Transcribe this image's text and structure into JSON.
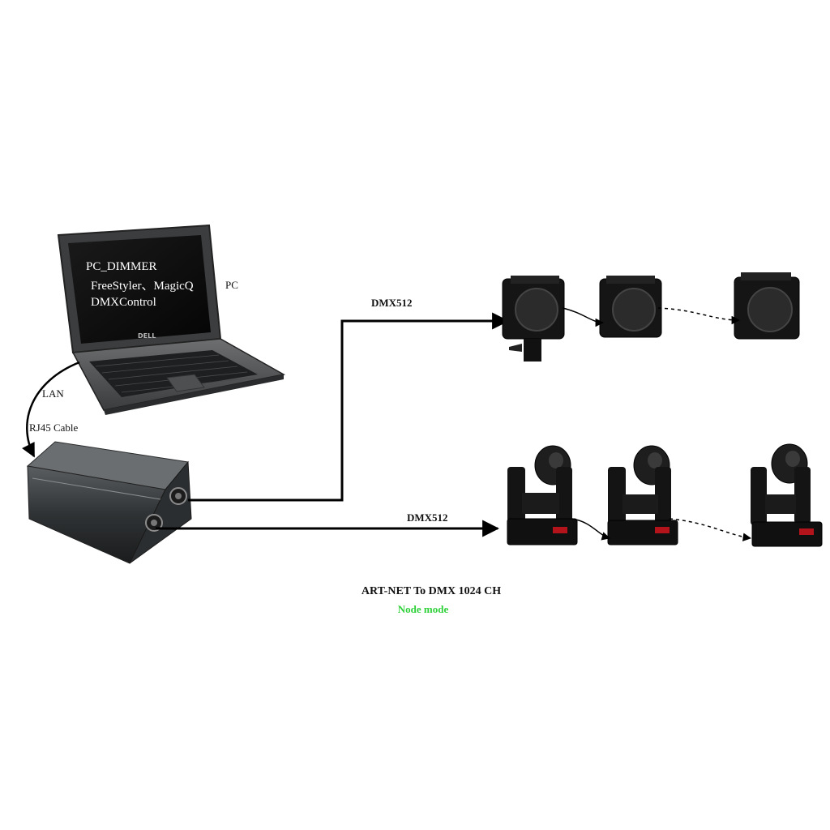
{
  "pc": {
    "screen_lines": [
      "PC_DIMMER",
      "FreeStyler、MagicQ",
      "DMXControl"
    ],
    "label": "PC",
    "brand": "DELL"
  },
  "connection": {
    "lan_label": "LAN",
    "cable_label": "RJ45 Cable"
  },
  "outputs": {
    "upper_label": "DMX512",
    "lower_label": "DMX512"
  },
  "caption": {
    "title": "ART-NET To DMX 1024 CH",
    "subtitle": "Node mode",
    "subtitle_color": "#2fd13a"
  }
}
